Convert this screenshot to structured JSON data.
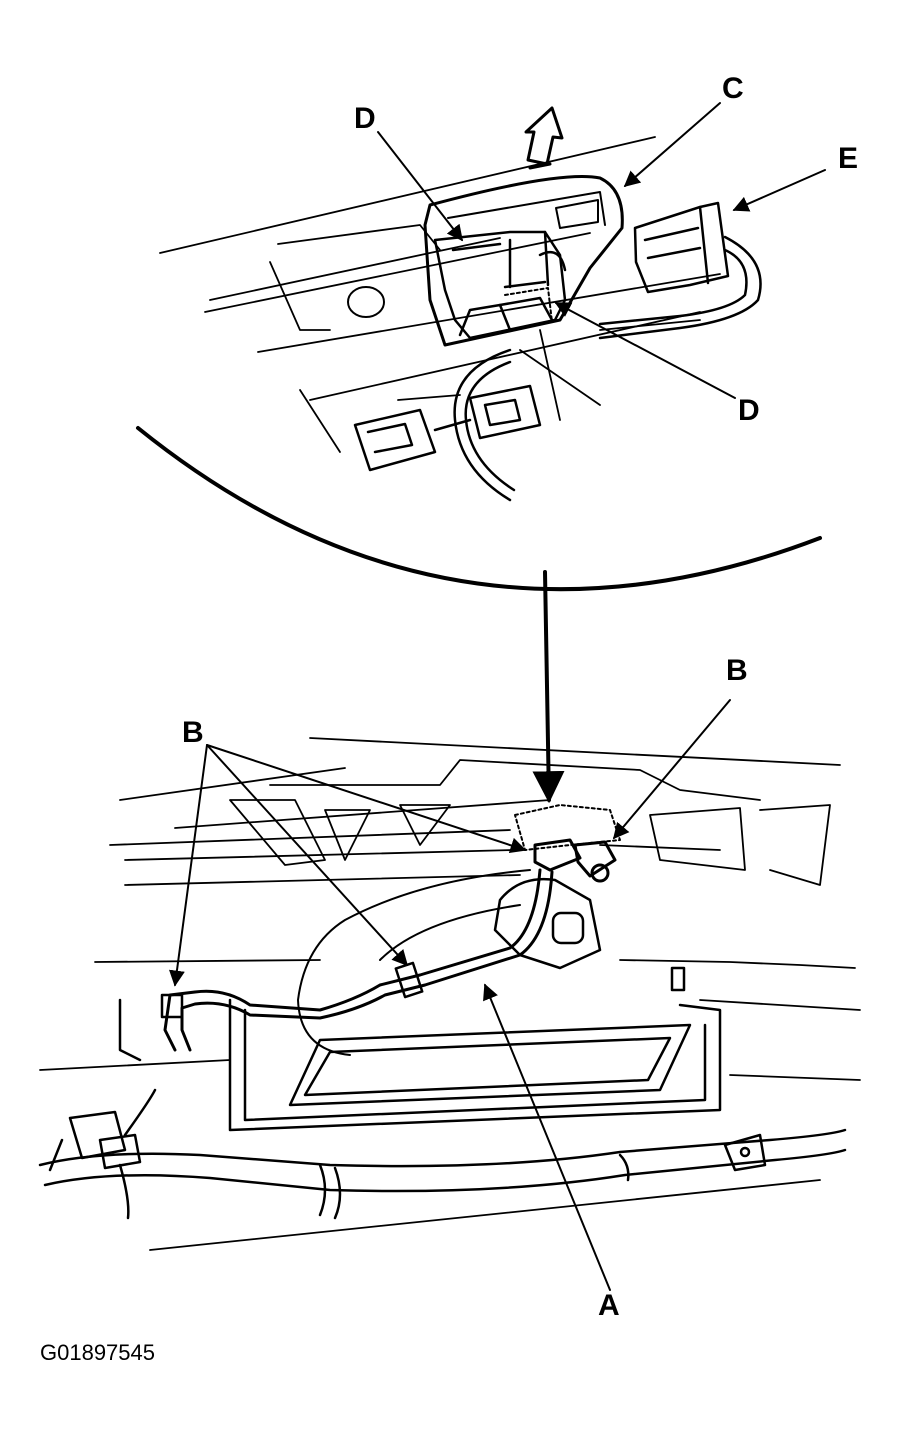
{
  "figure_id": "G01897545",
  "callouts": {
    "a": "A",
    "b": "B",
    "c": "C",
    "d": "D",
    "e": "E"
  }
}
